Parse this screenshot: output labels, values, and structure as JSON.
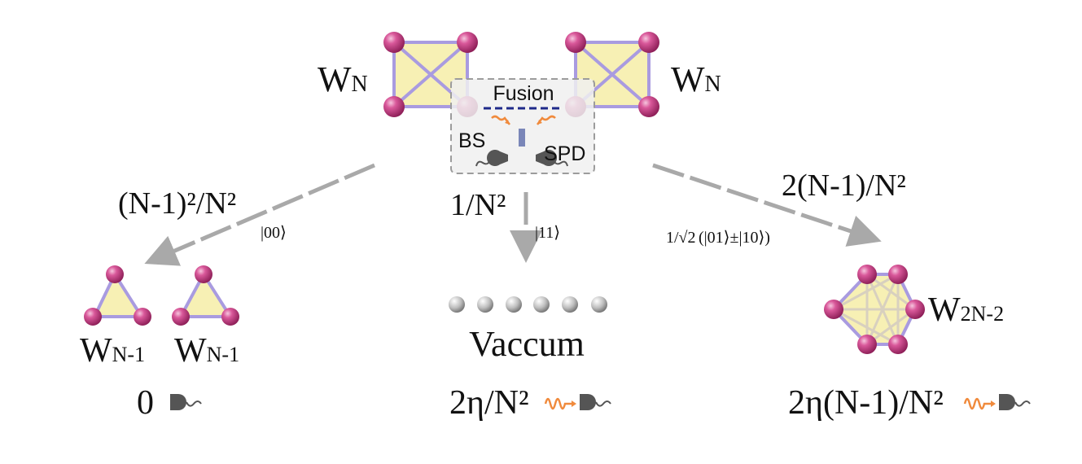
{
  "top": {
    "left_state": {
      "base": "W",
      "sub": "N"
    },
    "right_state": {
      "base": "W",
      "sub": "N"
    },
    "fusion_box": {
      "title": "Fusion",
      "bs_label": "BS",
      "spd_label": "SPD"
    }
  },
  "branches": {
    "left": {
      "probability": "(N-1)²/N²",
      "ket": "|00⟩",
      "states": [
        {
          "base": "W",
          "sub": "N-1"
        },
        {
          "base": "W",
          "sub": "N-1"
        }
      ],
      "detection": "0",
      "detector_icon": "detector-icon"
    },
    "middle": {
      "probability": "1/N²",
      "ket": "|11⟩",
      "state_label": "Vaccum",
      "detection": "2η/N²",
      "photon_icon": "photon-wave-icon",
      "detector_icon": "detector-icon"
    },
    "right": {
      "probability": "2(N-1)/N²",
      "ket_prefix": "1/√2",
      "ket": "(|01⟩±|10⟩)",
      "state": {
        "base": "W",
        "sub": "2N-2"
      },
      "detection": "2η(N-1)/N²",
      "photon_icon": "photon-wave-icon",
      "detector_icon": "detector-icon"
    }
  },
  "colors": {
    "node": "#c2447f",
    "fill": "#f7f0b4",
    "edge": "#a99be0",
    "arrow": "#a9a9a9",
    "fusion_line": "#1f2a8a",
    "photon": "#f08a3c",
    "detector": "#555555"
  }
}
